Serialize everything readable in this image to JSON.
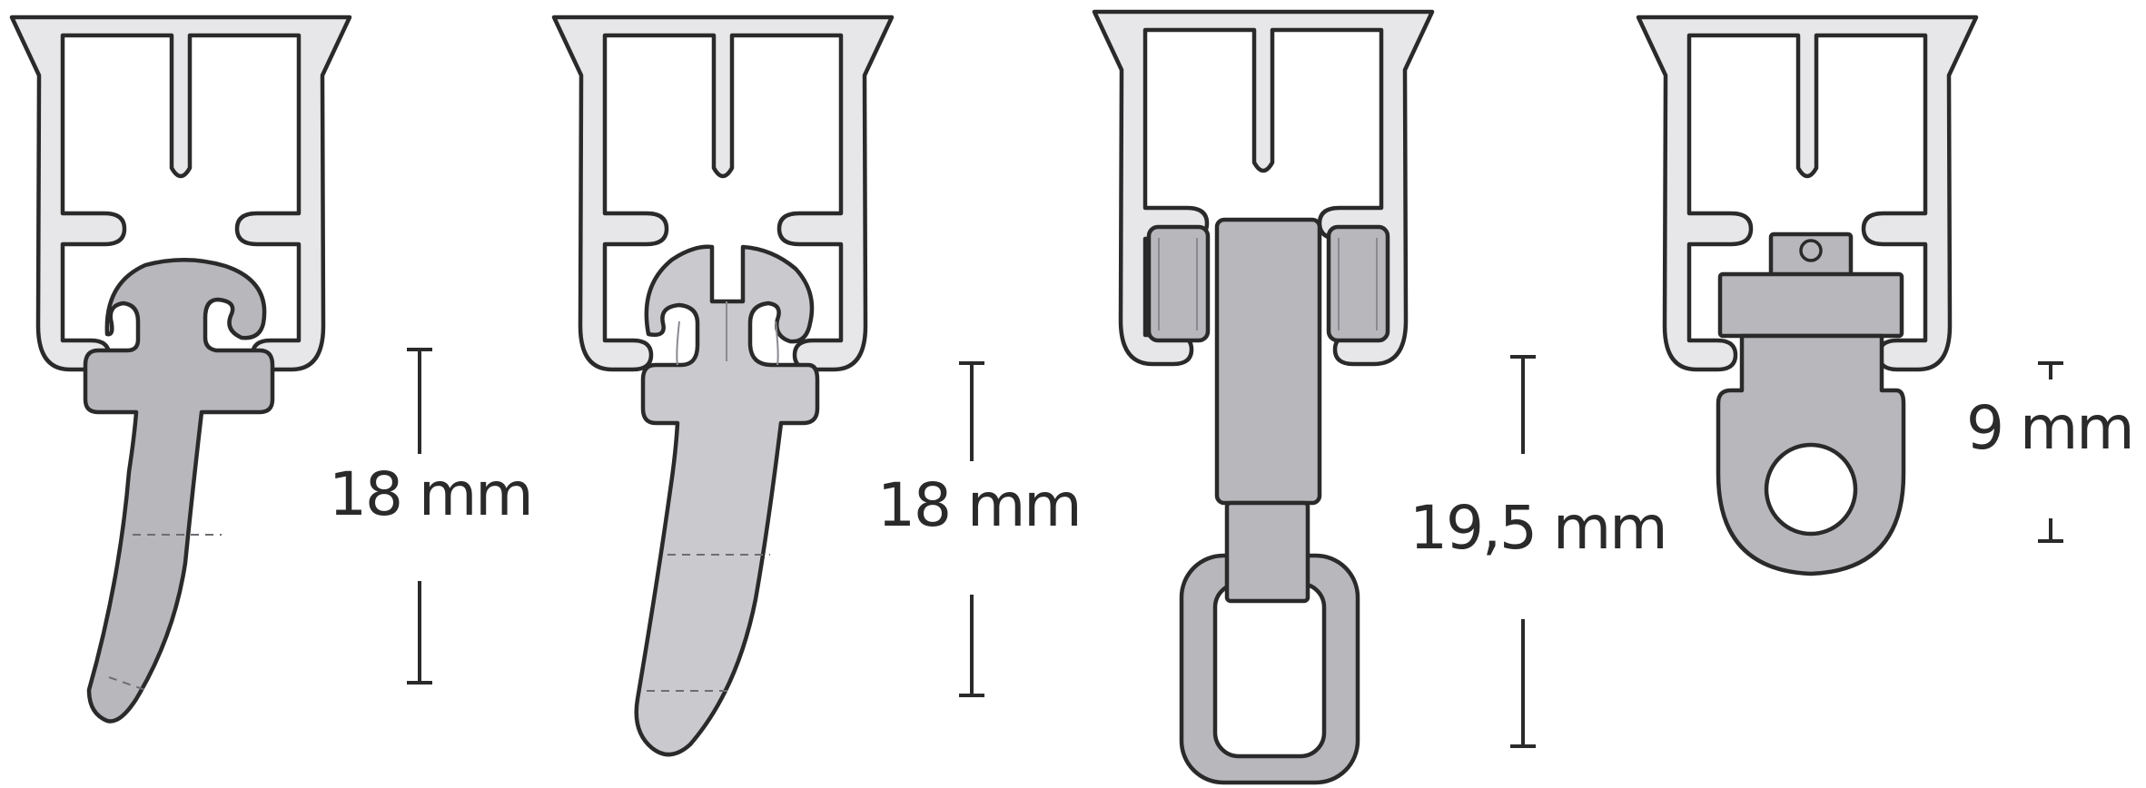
{
  "diagram": {
    "items": [
      {
        "label": "18 mm"
      },
      {
        "label": "18 mm"
      },
      {
        "label": "19,5 mm"
      },
      {
        "label": "9 mm"
      }
    ]
  }
}
